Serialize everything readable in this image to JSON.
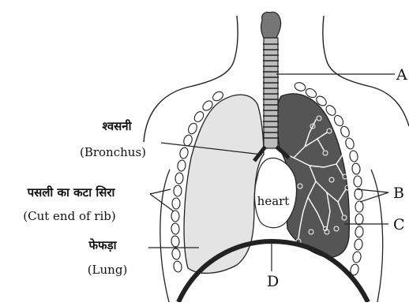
{
  "labels": {
    "bronchus_hi": "श्वसनी",
    "bronchus_en": "(Bronchus)",
    "rib_hi": "पसली का कटा सिरा",
    "rib_en": "(Cut end of rib)",
    "lung_hi": "फेफड़ा",
    "lung_en": "(Lung)",
    "heart": "heart",
    "A": "A",
    "B": "B",
    "C": "C",
    "D": "D"
  }
}
